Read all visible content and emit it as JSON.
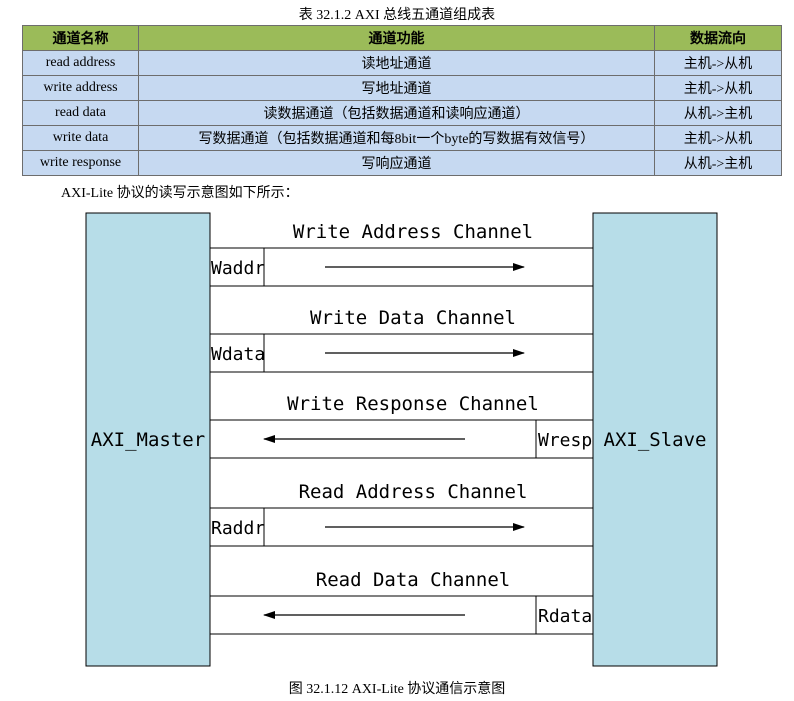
{
  "table": {
    "caption": "表 32.1.2 AXI 总线五通道组成表",
    "headers": [
      "通道名称",
      "通道功能",
      "数据流向"
    ],
    "rows": [
      [
        "read address",
        "读地址通道",
        "主机->从机"
      ],
      [
        "write address",
        "写地址通道",
        "主机->从机"
      ],
      [
        "read data",
        "读数据通道（包括数据通道和读响应通道）",
        "从机->主机"
      ],
      [
        "write data",
        "写数据通道（包括数据通道和每8bit一个byte的写数据有效信号）",
        "主机->从机"
      ],
      [
        "write response",
        "写响应通道",
        "从机->主机"
      ]
    ]
  },
  "intro_text": "AXI-Lite 协议的读写示意图如下所示：",
  "diagram": {
    "master_label": "AXI_Master",
    "slave_label": "AXI_Slave",
    "channels": [
      {
        "title": "Write Address Channel",
        "signal": "Waddr",
        "direction": "master-to-slave"
      },
      {
        "title": "Write Data Channel",
        "signal": "Wdata",
        "direction": "master-to-slave"
      },
      {
        "title": "Write Response Channel",
        "signal": "Wresp",
        "direction": "slave-to-master"
      },
      {
        "title": "Read Address Channel",
        "signal": "Raddr",
        "direction": "master-to-slave"
      },
      {
        "title": "Read Data Channel",
        "signal": "Rdata",
        "direction": "slave-to-master"
      }
    ],
    "colors": {
      "block_fill": "#b7dde8",
      "header_fill": "#9bbb59",
      "cell_fill": "#c6d9f1"
    }
  },
  "figure_caption": "图 32.1.12 AXI-Lite 协议通信示意图"
}
